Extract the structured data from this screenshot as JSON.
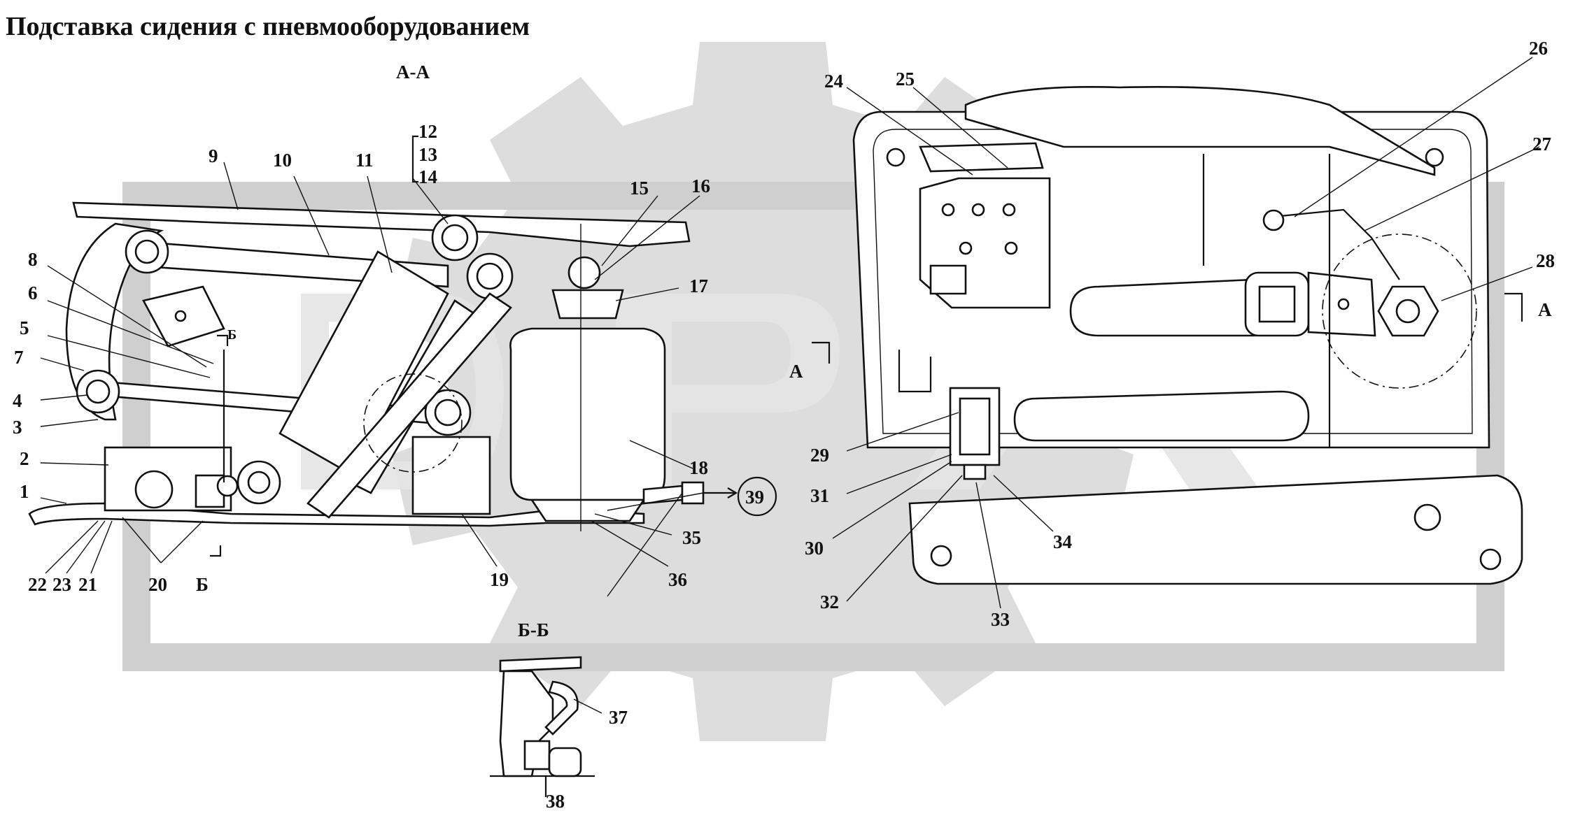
{
  "title": "Подставка сидения с пневмооборудованием",
  "sections": {
    "aa": "А-А",
    "bb": "Б-Б",
    "a_mark": "А",
    "b_mark": "Б",
    "b_mark_small": "Б"
  },
  "callouts": [
    "1",
    "2",
    "3",
    "4",
    "5",
    "6",
    "7",
    "8",
    "9",
    "10",
    "11",
    "12",
    "13",
    "14",
    "15",
    "16",
    "17",
    "18",
    "19",
    "20",
    "21",
    "22",
    "23",
    "24",
    "25",
    "26",
    "27",
    "28",
    "29",
    "30",
    "31",
    "32",
    "33",
    "34",
    "35",
    "36",
    "37",
    "38",
    "39"
  ],
  "colors": {
    "ink": "#111111",
    "watermark": "#d0d0d0",
    "paper": "#ffffff"
  }
}
